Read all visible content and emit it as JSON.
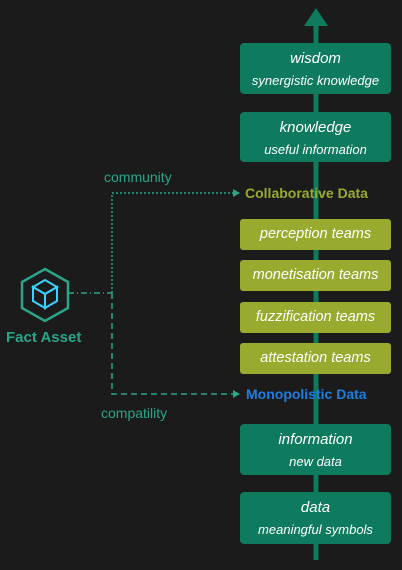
{
  "colors": {
    "background": "#1b1b1b",
    "ladder_green": "#0e7a5e",
    "team_olive": "#9aaa2f",
    "collaborative_label": "#9aaa2f",
    "monopolistic_label": "#1e7de0",
    "connector_teal": "#2aa58a"
  },
  "fact_asset": {
    "label": "Fact Asset",
    "icon": "cube-hexagon-icon"
  },
  "connectors": {
    "top_label": "community",
    "bottom_label": "compatility"
  },
  "stack": {
    "boxes": [
      {
        "title": "wisdom",
        "subtitle": "synergistic knowledge"
      },
      {
        "title": "knowledge",
        "subtitle": "useful information"
      },
      {
        "title": "information",
        "subtitle": "new data"
      },
      {
        "title": "data",
        "subtitle": "meaningful symbols"
      }
    ],
    "collaborative_label": "Collaborative Data",
    "teams": [
      "perception teams",
      "monetisation teams",
      "fuzzification teams",
      "attestation teams"
    ],
    "monopolistic_label": "Monopolistic Data"
  }
}
